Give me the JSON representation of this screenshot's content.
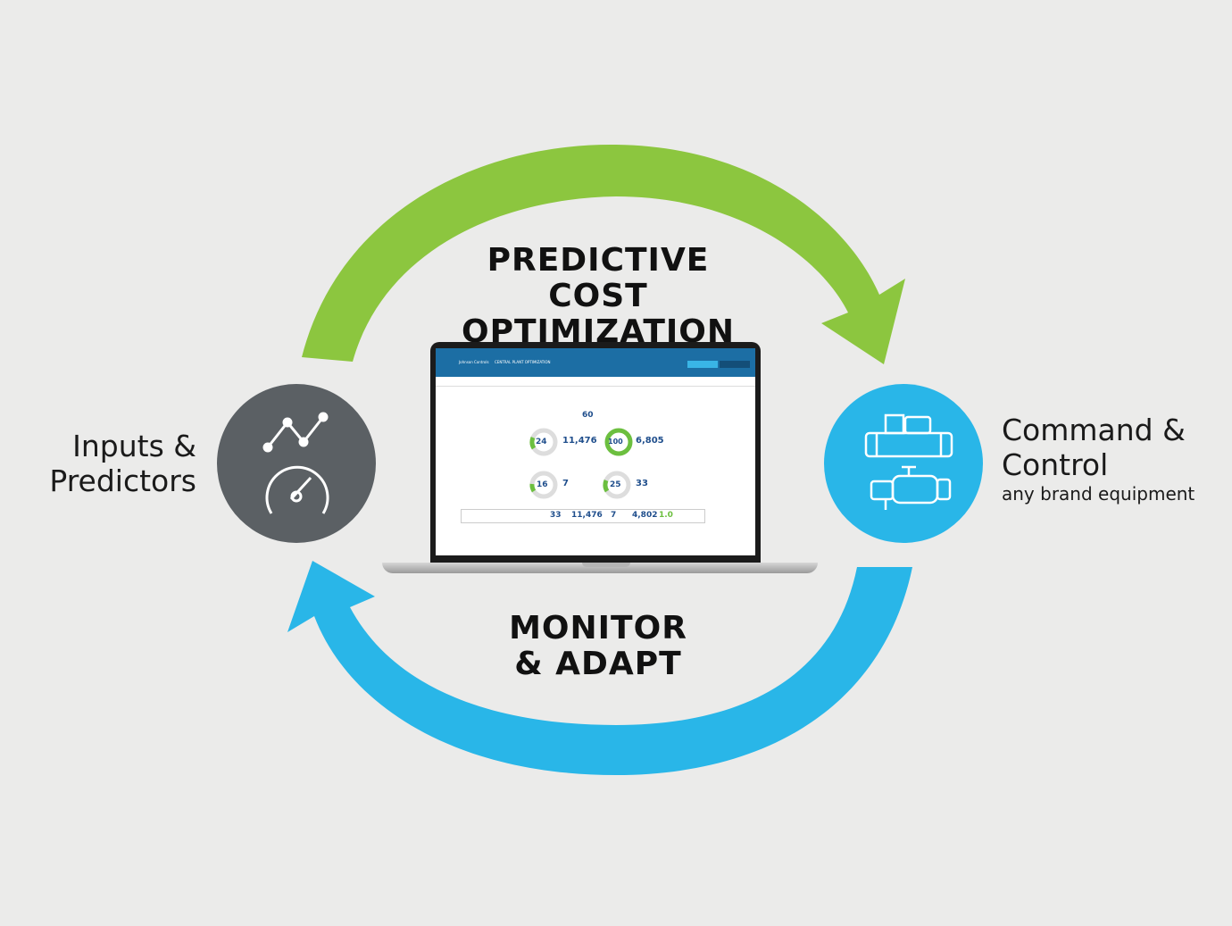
{
  "headings": {
    "top_line1": "PREDICTIVE",
    "top_line2": "COST OPTIMIZATION",
    "bottom_line1": "MONITOR",
    "bottom_line2": "& ADAPT"
  },
  "left_node": {
    "label_line1": "Inputs &",
    "label_line2": "Predictors",
    "icons": [
      "trend-line-icon",
      "speedometer-icon"
    ]
  },
  "right_node": {
    "label_line1": "Command &",
    "label_line2": "Control",
    "sublabel": "any brand equipment",
    "icons": [
      "chiller-icon",
      "pump-icon"
    ]
  },
  "colors": {
    "green_arrow": "#8cc63f",
    "blue_arrow": "#29b6e8",
    "left_circle": "#5b6064",
    "right_circle": "#29b6e8",
    "background": "#ebebea"
  },
  "dashboard": {
    "brand": "Johnson Controls",
    "app_title": "CENTRAL PLANT OPTIMIZATION",
    "top_value": "60",
    "gauges": [
      {
        "percent": "24",
        "value": "11,476"
      },
      {
        "percent": "100",
        "value": "6,805"
      },
      {
        "percent": "16",
        "value": "7"
      },
      {
        "percent": "25",
        "value": "33"
      }
    ],
    "footer_values": [
      "33",
      "11,476",
      "7",
      "4,802",
      "1.0"
    ]
  }
}
